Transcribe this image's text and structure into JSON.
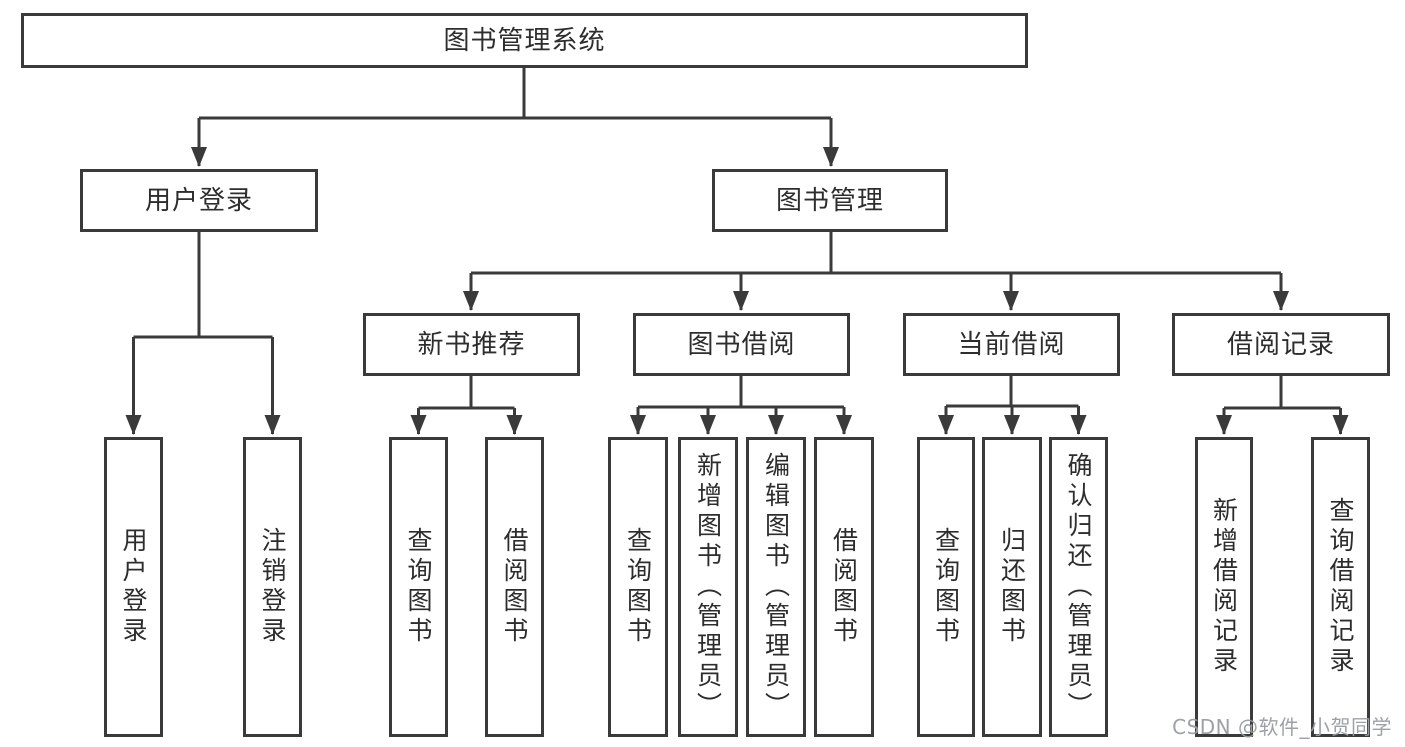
{
  "diagram": {
    "title": "图书管理系统",
    "type": "hierarchy-tree"
  },
  "tree": {
    "root": {
      "label": "图书管理系统",
      "children": [
        {
          "label": "用户登录",
          "children": [
            {
              "label": "用户登录"
            },
            {
              "label": "注销登录"
            }
          ]
        },
        {
          "label": "图书管理",
          "children": [
            {
              "label": "新书推荐",
              "children": [
                {
                  "label": "查询图书"
                },
                {
                  "label": "借阅图书"
                }
              ]
            },
            {
              "label": "图书借阅",
              "children": [
                {
                  "label": "查询图书"
                },
                {
                  "label": "新增图书（管理员）"
                },
                {
                  "label": "编辑图书（管理员）"
                },
                {
                  "label": "借阅图书"
                }
              ]
            },
            {
              "label": "当前借阅",
              "children": [
                {
                  "label": "查询图书"
                },
                {
                  "label": "归还图书"
                },
                {
                  "label": "确认归还（管理员）"
                }
              ]
            },
            {
              "label": "借阅记录",
              "children": [
                {
                  "label": "新增借阅记录"
                },
                {
                  "label": "查询借阅记录"
                }
              ]
            }
          ]
        }
      ]
    }
  },
  "watermark": {
    "text": "CSDN @软件_小贺同学"
  },
  "colors": {
    "background": "#ffffff",
    "box_fill": "#ffffff",
    "box_border": "#3a3a3a",
    "line": "#3a3a3a",
    "text": "#2d2d2d",
    "watermark": "#989ca2"
  }
}
